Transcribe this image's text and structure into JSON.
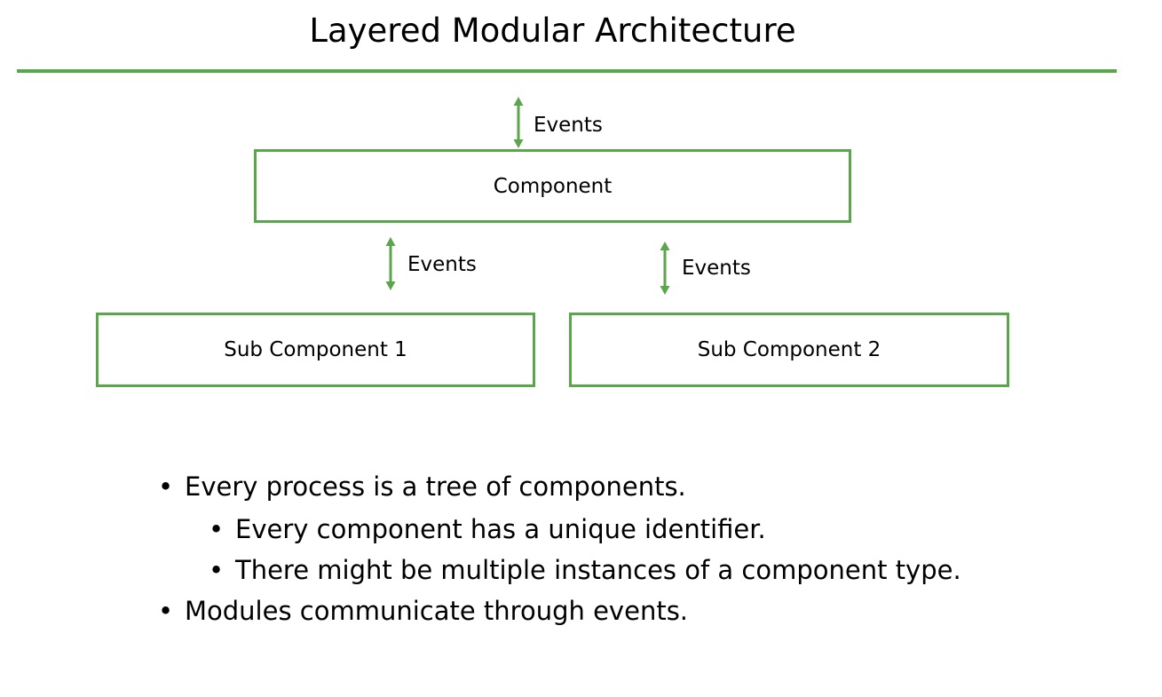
{
  "title": "Layered Modular Architecture",
  "diagram": {
    "component": "Component",
    "sub_component_1": "Sub Component 1",
    "sub_component_2": "Sub Component 2",
    "events_top": "Events",
    "events_left": "Events",
    "events_right": "Events",
    "accent_color": "#5aa64a"
  },
  "bullets": {
    "item1": "Every process is a tree of components.",
    "sub1": "Every component has a unique identifier.",
    "sub2": "There might be multiple instances of a component type.",
    "item2": "Modules communicate through events."
  }
}
